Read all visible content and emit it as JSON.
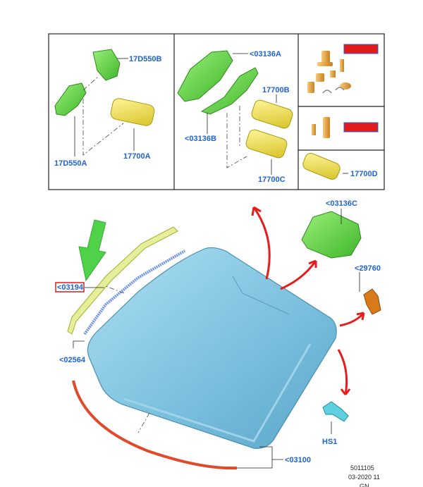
{
  "labels": {
    "p_17d550b": "17D550B",
    "p_17d550a": "17D550A",
    "p_17700a": "17700A",
    "p_03136a": "<03136A",
    "p_03136b": "<03136B",
    "p_17700b": "17700B",
    "p_17700c": "17700C",
    "p_17700d": "17700D",
    "p_03136c": "<03136C",
    "p_29760": "<29760",
    "p_03194": "<03194",
    "p_02564": "<02564",
    "p_03100": "<03100",
    "p_hs1": "HS1"
  },
  "footer": {
    "ref": "5011105",
    "date": "03-2020 11",
    "extra": "GN"
  },
  "colors": {
    "label_blue": "#1e63d6",
    "highlight_red": "#e11b1b",
    "glass": "#7ec3df",
    "green_part": "#6bd64b",
    "yellow_part": "#f2e34e",
    "orange_part": "#e0a040",
    "arrow_green": "#4fd24a",
    "seal_red": "#e04a2a"
  }
}
